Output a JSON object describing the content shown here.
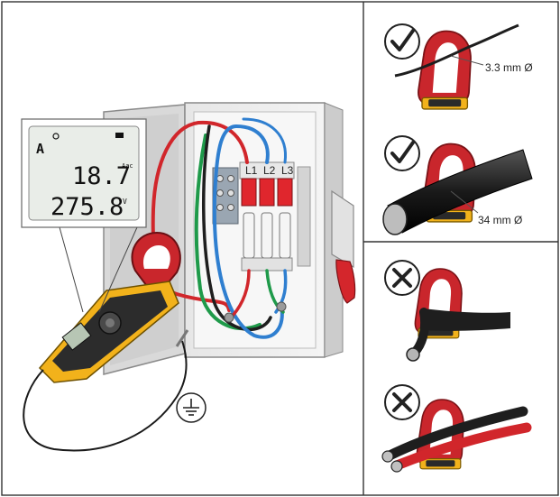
{
  "meter_display": {
    "mode_symbol": "A",
    "reading_primary": "18.7",
    "reading_primary_unit": "Aac",
    "reading_secondary": "275.8",
    "reading_secondary_unit": "V"
  },
  "panels": {
    "correct": [
      {
        "verdict": "check",
        "label": "3.3 mm Ø"
      },
      {
        "verdict": "check",
        "label": "34 mm Ø"
      }
    ],
    "incorrect": [
      {
        "verdict": "cross"
      },
      {
        "verdict": "cross"
      }
    ]
  },
  "fuse_labels": [
    "L1",
    "L2",
    "L3"
  ],
  "symbols": {
    "ground": "ground-icon",
    "check": "check-icon",
    "cross": "cross-icon"
  },
  "colors": {
    "clamp_red": "#c9262c",
    "meter_yellow": "#f2b21b",
    "wire_red": "#d1262b",
    "wire_green": "#1f9a4a",
    "wire_blue": "#2f7fd0",
    "wire_black": "#1e1e1e"
  }
}
